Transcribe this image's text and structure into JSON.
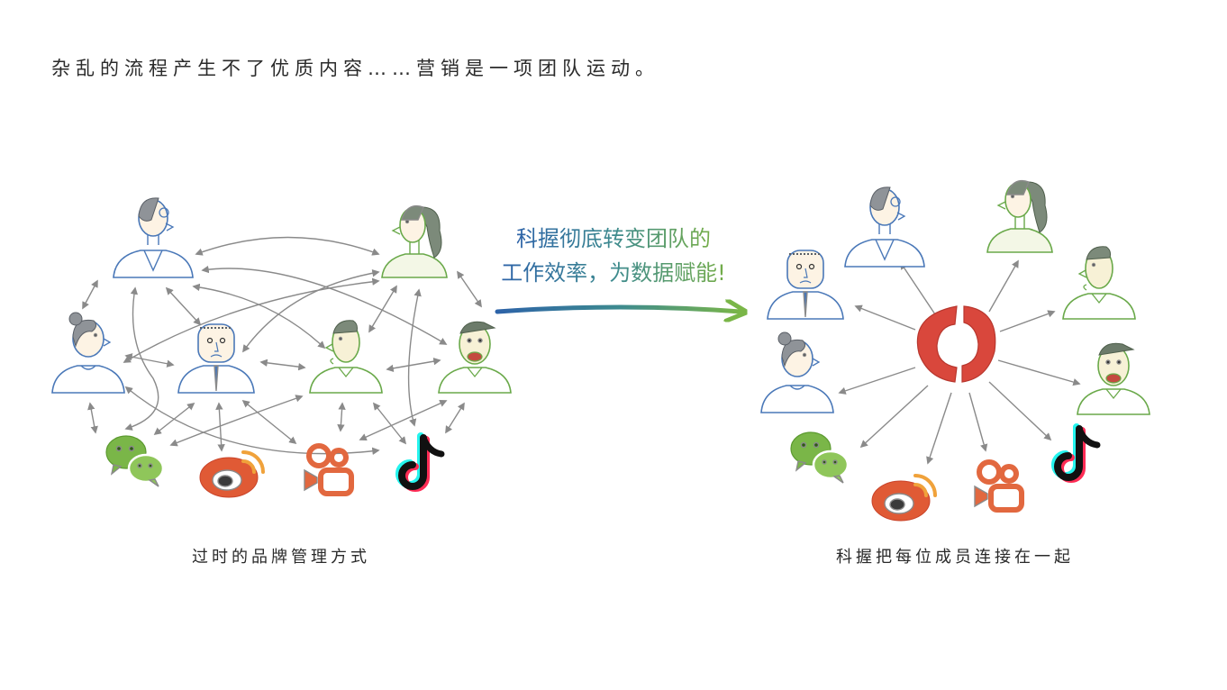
{
  "title": "杂乱的流程产生不了优质内容……营销是一项团队运动。",
  "slogan": {
    "line1": "科握彻底转变团队的",
    "line2": "工作效率，为数据赋能!"
  },
  "left_panel": {
    "caption": "过时的品牌管理方式",
    "people": [
      "glasses-man",
      "ponytail-woman",
      "bun-woman",
      "suit-man",
      "green-man",
      "cap-man"
    ],
    "platforms": [
      "wechat-icon",
      "weibo-icon",
      "kuaishou-icon",
      "douyin-icon"
    ]
  },
  "right_panel": {
    "caption": "科握把每位成员连接在一起",
    "hub": "kewo-logo",
    "people": [
      "glasses-man",
      "ponytail-woman",
      "suit-man",
      "green-man",
      "bun-woman",
      "cap-man"
    ],
    "platforms": [
      "wechat-icon",
      "weibo-icon",
      "kuaishou-icon",
      "douyin-icon"
    ]
  },
  "colors": {
    "blue": "#4a78b8",
    "green": "#6aa94a",
    "arrow_gray": "#8a8a8a",
    "gradient_start": "#2d63a8",
    "gradient_end": "#7ab648",
    "logo_red": "#d9473c"
  }
}
